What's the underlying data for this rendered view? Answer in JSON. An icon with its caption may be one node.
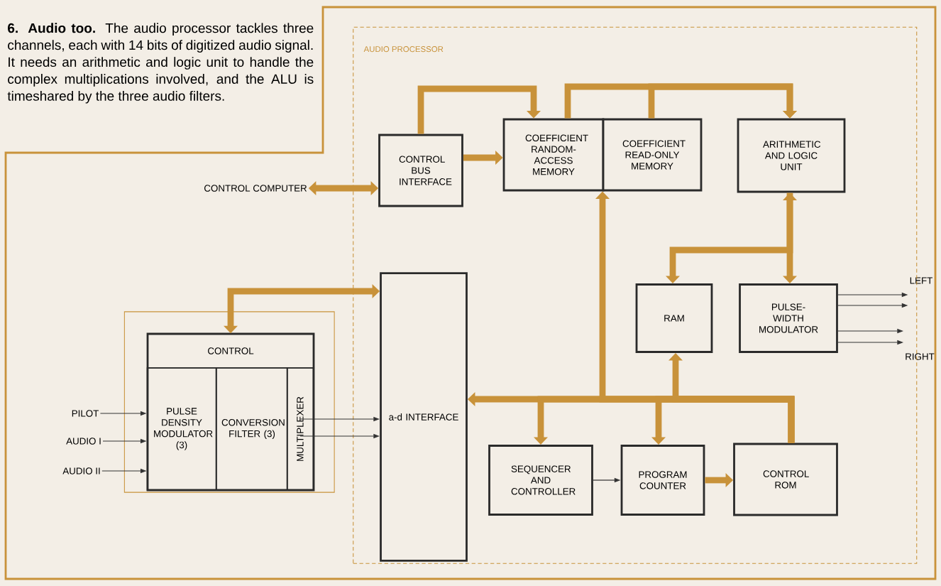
{
  "diagram": {
    "caption": "**6. Audio too.** The audio processor tackles three channels, each with 14 bits of digitized audio signal. It needs an arithmetic and logic unit to handle the complex multiplications involved, and the ALU is timeshared by the three audio filters.",
    "nodes": [
      {
        "text": [
          "AUDIO PROCESSOR"
        ]
      },
      {
        "text": [
          "CONTROL BUS INTERFACE"
        ],
        "in": 0
      },
      {
        "text": [
          "COEFFICIENT RANDOM-ACCESS MEMORY"
        ],
        "in": 0
      },
      {
        "text": [
          "COEFFICIENT READ-ONLY MEMORY"
        ],
        "in": 0
      },
      {
        "text": [
          "ARITHMETIC AND LOGIC UNIT"
        ],
        "in": 0
      },
      {
        "text": [
          "a-d INTERFACE"
        ],
        "in": 0
      },
      {
        "text": [
          "RAM"
        ],
        "in": 0
      },
      {
        "text": [
          "PULSE-WIDTH MODULATOR"
        ],
        "in": 0
      },
      {
        "text": [
          "SEQUENCER AND CONTROLLER"
        ],
        "in": 0
      },
      {
        "text": [
          "PROGRAM COUNTER"
        ],
        "in": 0
      },
      {
        "text": [
          "CONTROL ROM"
        ],
        "in": 0
      },
      {
        "text": [
          "CONTROL COMPUTER"
        ]
      },
      {
        "text": [],
        "shape": "box"
      },
      {
        "text": [
          "CONTROL"
        ],
        "in": 12
      },
      {
        "text": [
          "PULSE DENSITY MODULATOR (3)"
        ],
        "in": 12
      },
      {
        "text": [
          "CONVERSION FILTER (3)"
        ],
        "in": 12
      },
      {
        "text": [
          "MULTIPLEXER"
        ],
        "in": 12
      },
      {
        "text": [
          "PILOT"
        ]
      },
      {
        "text": [
          "AUDIO I"
        ]
      },
      {
        "text": [
          "AUDIO II"
        ]
      },
      {
        "text": [
          "LEFT"
        ]
      },
      {
        "text": [
          "RIGHT"
        ]
      }
    ],
    "edges": [
      {
        "from": 11,
        "to": 1,
        "arrow": "both"
      },
      {
        "from": 1,
        "to": 2,
        "arrow": "to"
      },
      {
        "from": 1,
        "to": 2,
        "arrow": "to"
      },
      {
        "from": 2,
        "to": 4,
        "arrow": "to"
      },
      {
        "from": 3,
        "to": 4,
        "arrow": "to"
      },
      {
        "from": 4,
        "to": 7,
        "arrow": "both"
      },
      {
        "from": 4,
        "to": 6,
        "arrow": "to"
      },
      {
        "from": 10,
        "to": 5,
        "arrow": "to"
      },
      {
        "from": 10,
        "to": 2,
        "arrow": "to"
      },
      {
        "from": 10,
        "to": 8,
        "arrow": "to"
      },
      {
        "from": 10,
        "to": 9,
        "arrow": "to"
      },
      {
        "from": 10,
        "to": 6,
        "arrow": "to"
      },
      {
        "from": 9,
        "to": 10,
        "arrow": "to"
      },
      {
        "from": 8,
        "to": 9,
        "arrow": "to",
        "color": "#333333"
      },
      {
        "from": 5,
        "to": 13,
        "arrow": "both"
      },
      {
        "from": 16,
        "to": 5,
        "arrow": "to",
        "color": "#333333"
      },
      {
        "from": 16,
        "to": 5,
        "arrow": "to",
        "color": "#333333"
      },
      {
        "from": 17,
        "to": 14,
        "arrow": "to",
        "color": "#333333"
      },
      {
        "from": 18,
        "to": 14,
        "arrow": "to",
        "color": "#333333"
      },
      {
        "from": 19,
        "to": 14,
        "arrow": "to",
        "color": "#333333"
      },
      {
        "from": 7,
        "to": 20,
        "arrow": "to",
        "color": "#333333"
      },
      {
        "from": 7,
        "to": 20,
        "arrow": "to",
        "color": "#333333"
      },
      {
        "from": 7,
        "to": 21,
        "arrow": "to",
        "color": "#333333"
      },
      {
        "from": 7,
        "to": 21,
        "arrow": "to",
        "color": "#333333"
      }
    ]
  }
}
